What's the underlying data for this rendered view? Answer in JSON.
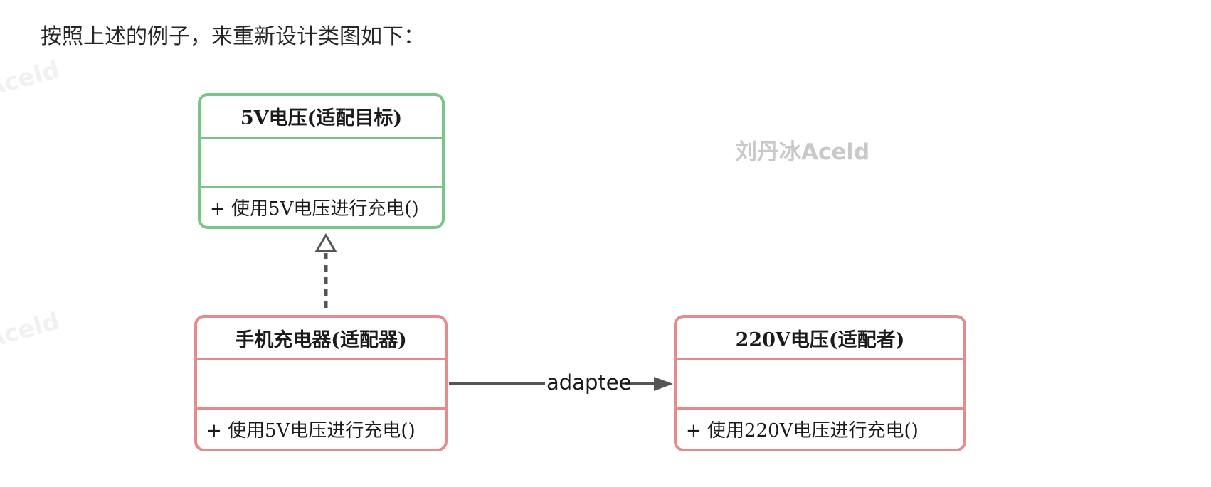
{
  "intro": {
    "text": "按照上述的例子，来重新设计类图如下："
  },
  "watermarks": {
    "corner_text": "Aceld",
    "center_text": "刘丹冰Aceld"
  },
  "diagram": {
    "type": "uml-class-diagram",
    "classes": [
      {
        "id": "target",
        "title": "5V电压(适配目标)",
        "attributes": "",
        "methods": [
          "+ 使用5V电压进行充电()"
        ],
        "border_color": "#7cc389"
      },
      {
        "id": "adapter",
        "title": "手机充电器(适配器)",
        "attributes": "",
        "methods": [
          "+ 使用5V电压进行充电()"
        ],
        "border_color": "#e68b8b"
      },
      {
        "id": "adaptee",
        "title": "220V电压(适配者)",
        "attributes": "",
        "methods": [
          "+ 使用220V电压进行充电()"
        ],
        "border_color": "#e68b8b"
      }
    ],
    "relations": [
      {
        "type": "realization",
        "style": "dashed-hollow-triangle",
        "from": "adapter",
        "to": "target",
        "label": ""
      },
      {
        "type": "association",
        "style": "solid-filled-arrow",
        "from": "adapter",
        "to": "adaptee",
        "label": "adaptee"
      }
    ]
  },
  "colors": {
    "target_border": "#7cc389",
    "adapter_border": "#e68b8b",
    "adaptee_border": "#e68b8b",
    "connector": "#555555",
    "body_text": "#262626",
    "watermark_gray": "#c9c9c9",
    "watermark_faint": "#f1f1f1",
    "background": "#ffffff"
  }
}
